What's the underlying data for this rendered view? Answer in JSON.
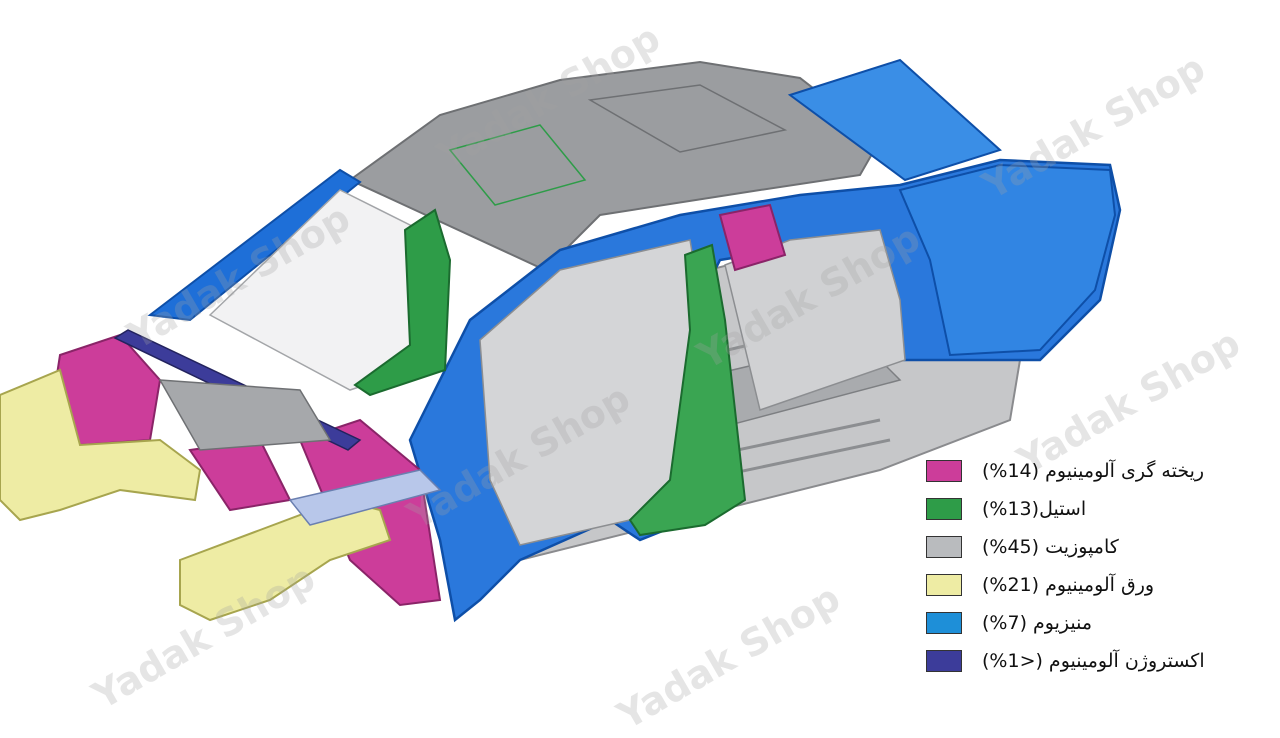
{
  "diagram": {
    "subject": "car body-in-white structure colored by material",
    "icon": "car-body-structure-illustration"
  },
  "legend": [
    {
      "label": "ریخته گری آلومینیوم (14%)",
      "color": "#cc3d9a"
    },
    {
      "label": "استیل(13%)",
      "color": "#2e9c48"
    },
    {
      "label": "کامپوزیت (45%)",
      "color": "#b9bbbe"
    },
    {
      "label": "ورق آلومینیوم (21%)",
      "color": "#eeeca4"
    },
    {
      "label": "منیزیوم (7%)",
      "color": "#1e8fd8"
    },
    {
      "label": "اکستروژن آلومینیوم (<1%)",
      "color": "#3c3c9a"
    }
  ],
  "watermark": {
    "text": "Yadak Shop"
  }
}
